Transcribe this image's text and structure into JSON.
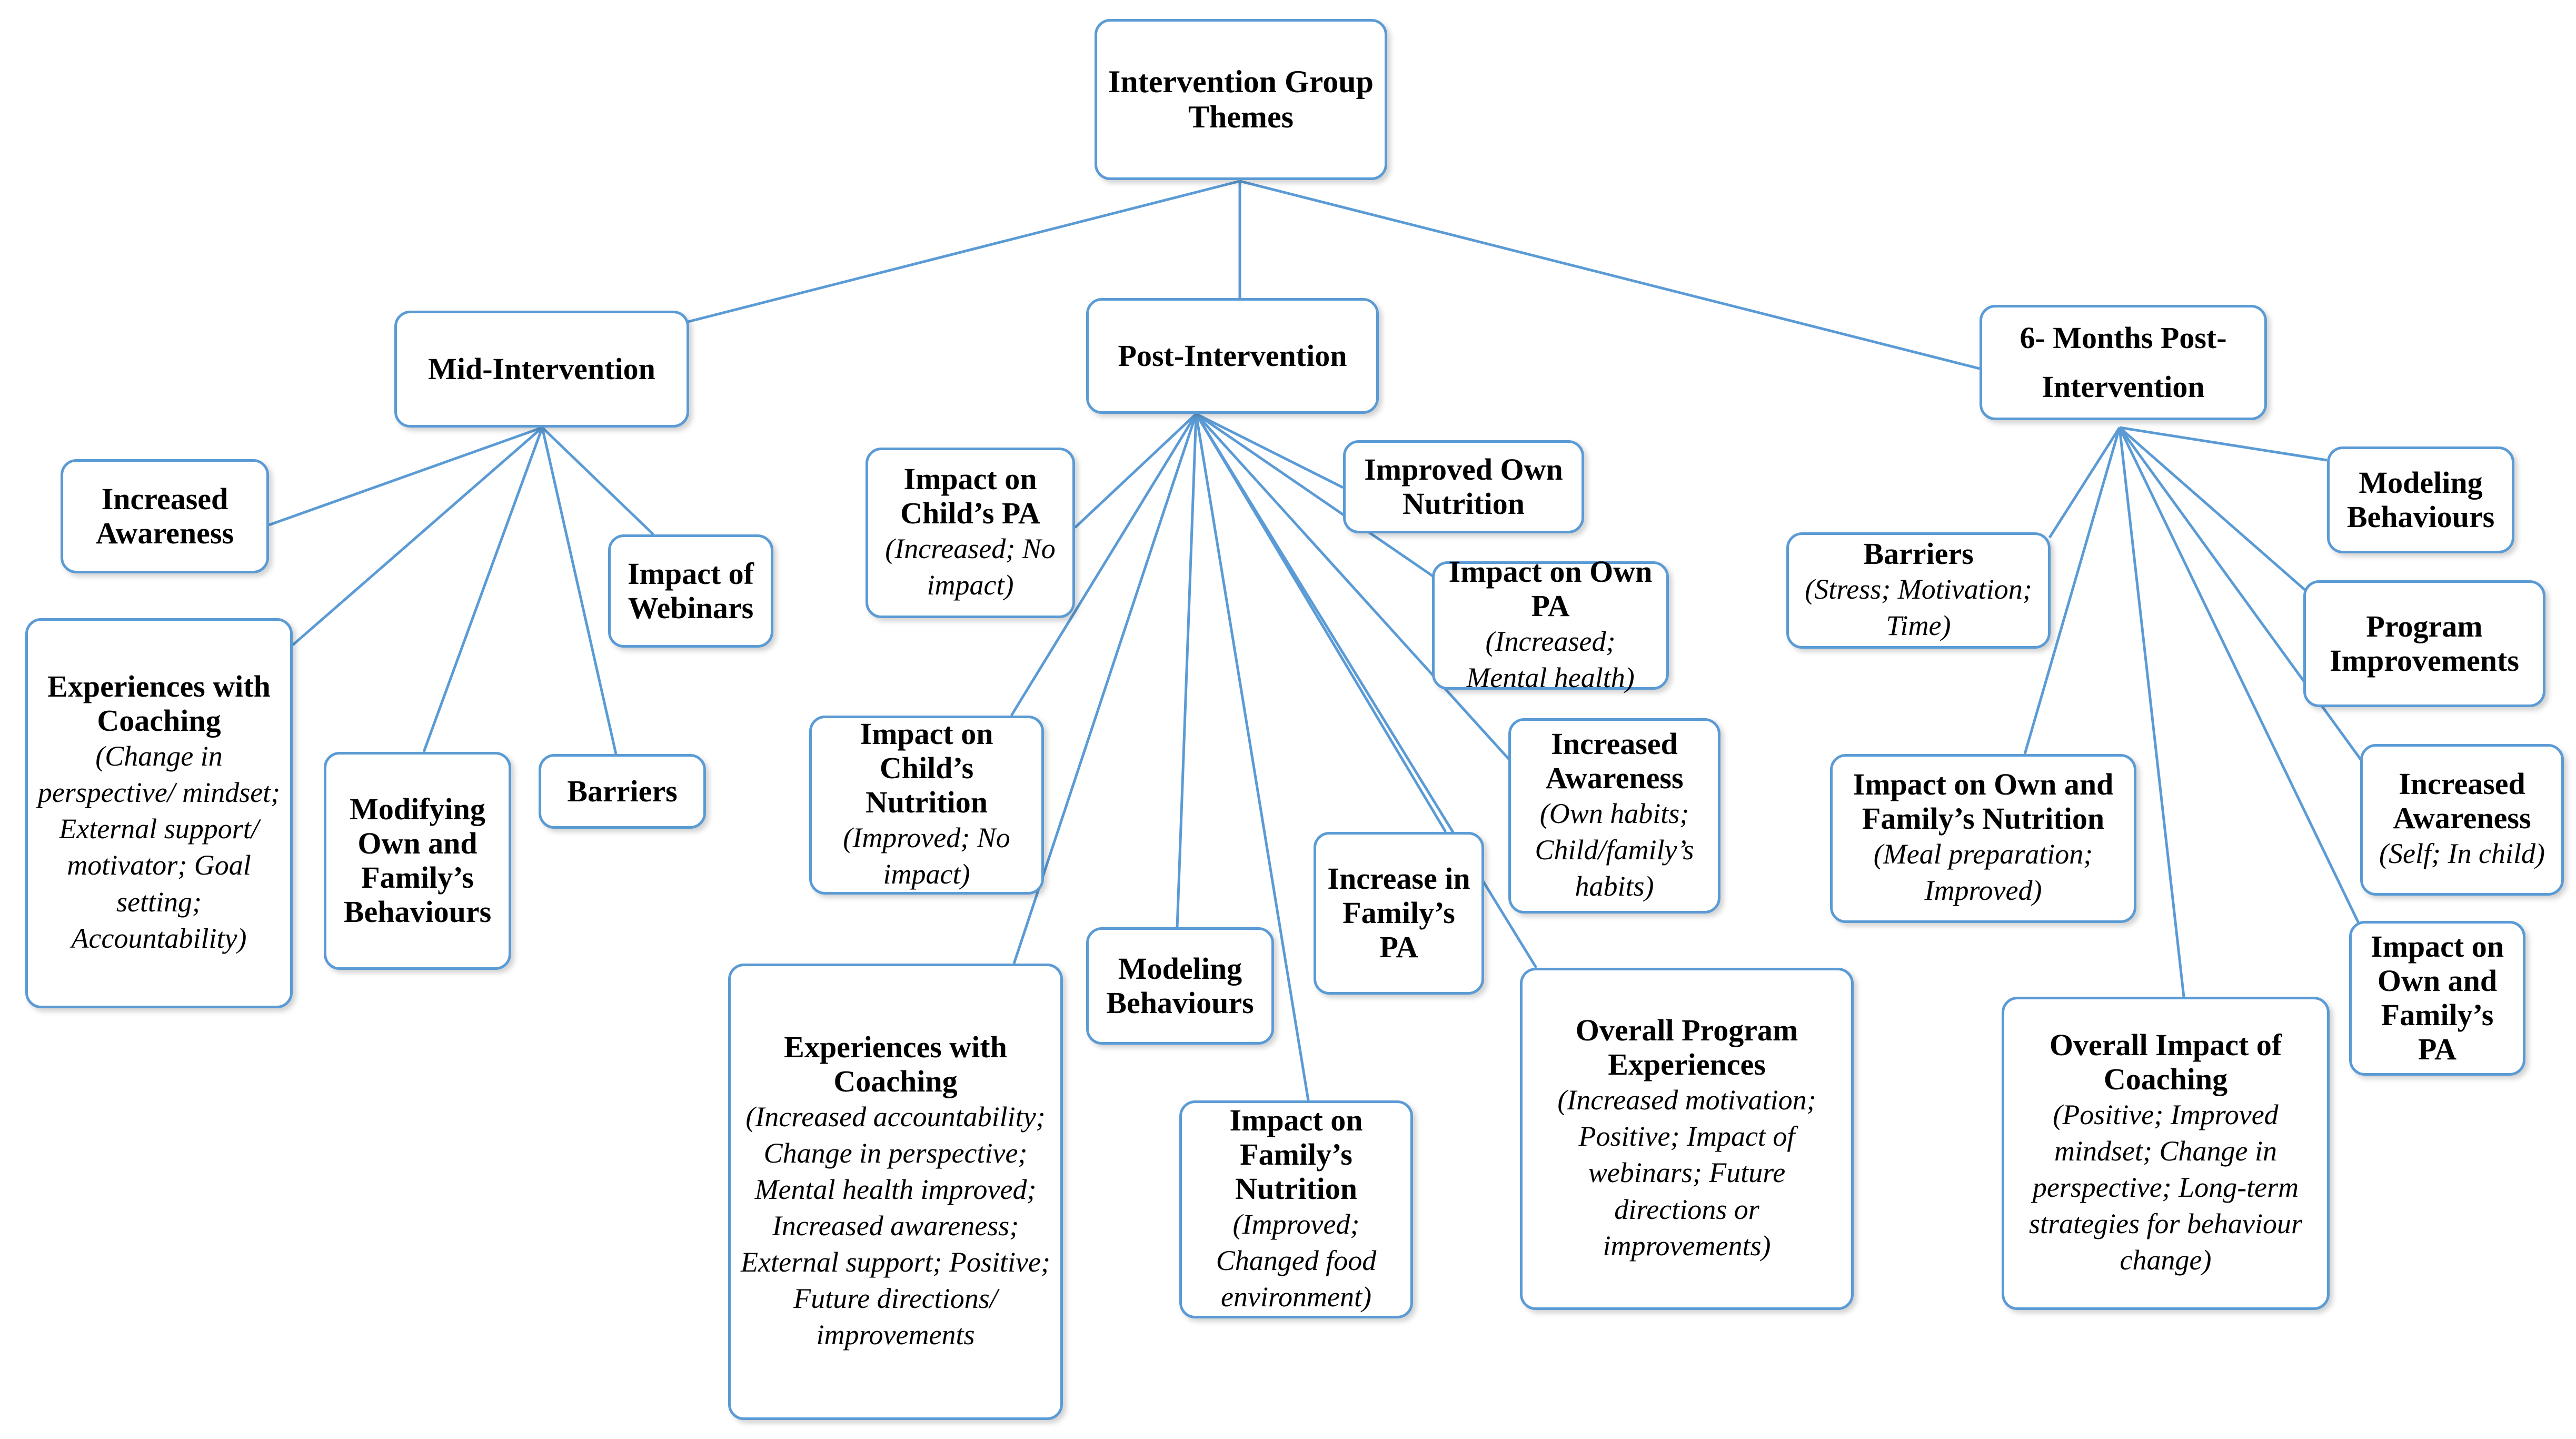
{
  "diagram": {
    "root": {
      "title": "Intervention Group Themes"
    },
    "phases": [
      {
        "title": "Mid-Intervention"
      },
      {
        "title": "Post-Intervention"
      },
      {
        "title": "6- Months Post-Intervention"
      }
    ],
    "mid": [
      {
        "title": "Increased Awareness",
        "sub": ""
      },
      {
        "title": "Impact of Webinars",
        "sub": ""
      },
      {
        "title": "Experiences with Coaching",
        "sub": "(Change in perspective/ mindset; External support/ motivator; Goal setting; Accountability)"
      },
      {
        "title": "Modifying Own and Family’s Behaviours",
        "sub": ""
      },
      {
        "title": "Barriers",
        "sub": ""
      }
    ],
    "post": [
      {
        "title": "Impact on Child’s PA",
        "sub": "(Increased; No impact)"
      },
      {
        "title": "Improved Own Nutrition",
        "sub": ""
      },
      {
        "title": "Impact on Own PA",
        "sub": "(Increased; Mental health)"
      },
      {
        "title": "Impact on Child’s Nutrition",
        "sub": "(Improved; No impact)"
      },
      {
        "title": "Increased Awareness",
        "sub": "(Own habits; Child/family’s habits)"
      },
      {
        "title": "Increase in Family’s PA",
        "sub": ""
      },
      {
        "title": "Modeling Behaviours",
        "sub": ""
      },
      {
        "title": "Experiences with Coaching",
        "sub": "(Increased accountability; Change in perspective; Mental health improved; Increased awareness; External support; Positive; Future directions/ improvements"
      },
      {
        "title": "Impact on Family’s Nutrition",
        "sub": "(Improved; Changed food environment)"
      },
      {
        "title": "Overall Program Experiences",
        "sub": "(Increased motivation; Positive; Impact of webinars; Future directions or improvements)"
      }
    ],
    "six": [
      {
        "title": "Barriers",
        "sub": "(Stress; Motivation; Time)"
      },
      {
        "title": "Modeling Behaviours",
        "sub": ""
      },
      {
        "title": "Program Improvements",
        "sub": ""
      },
      {
        "title": "Impact on Own and Family’s Nutrition",
        "sub": "(Meal preparation; Improved)"
      },
      {
        "title": "Increased Awareness",
        "sub": "(Self; In child)"
      },
      {
        "title": "Impact on Own and Family’s PA",
        "sub": ""
      },
      {
        "title": "Overall Impact of Coaching",
        "sub": "(Positive; Improved mindset; Change in perspective; Long-term strategies for behaviour change)"
      }
    ]
  },
  "colors": {
    "border": "#5b9bd5",
    "line": "#5b9bd5",
    "text": "#000000",
    "background": "#ffffff"
  }
}
